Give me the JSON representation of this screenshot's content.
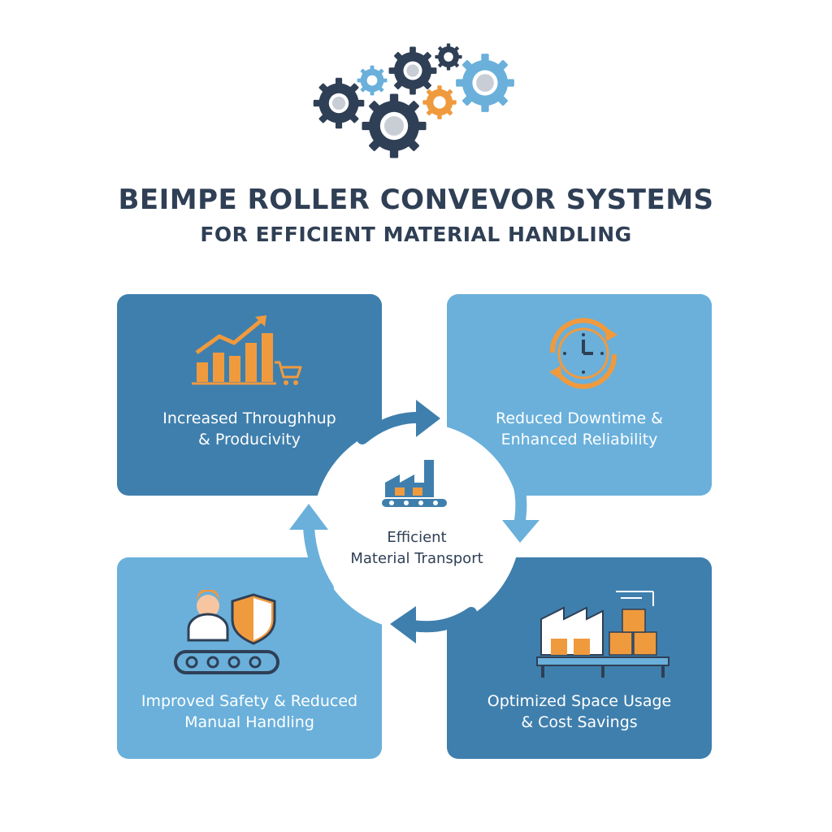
{
  "header": {
    "title": "BEIMPE ROLLER CONVEVOR SYSTEMS",
    "subtitle": "FOR EFFICIENT MATERIAL HANDLING"
  },
  "center": {
    "label": "Efficient\nMaterial Transport",
    "icon": "factory-conveyor-icon"
  },
  "cards": [
    {
      "label": "Increased Throughhup\n& Producivity",
      "icon": "growth-chart-cart-icon"
    },
    {
      "label": "Reduced Downtime &\nEnhanced Reliability",
      "icon": "clock-cycle-icon"
    },
    {
      "label": "Improved Safety & Reduced\nManual Handling",
      "icon": "worker-shield-conveyor-icon"
    },
    {
      "label": "Optimized Space Usage\n& Cost Savings",
      "icon": "warehouse-boxes-conveyor-icon"
    }
  ],
  "colors": {
    "dark_blue": "#3f7fad",
    "light_blue": "#6ab0db",
    "navy": "#2f3f55",
    "orange": "#f09a3e",
    "arrow": "#3f7fad"
  }
}
